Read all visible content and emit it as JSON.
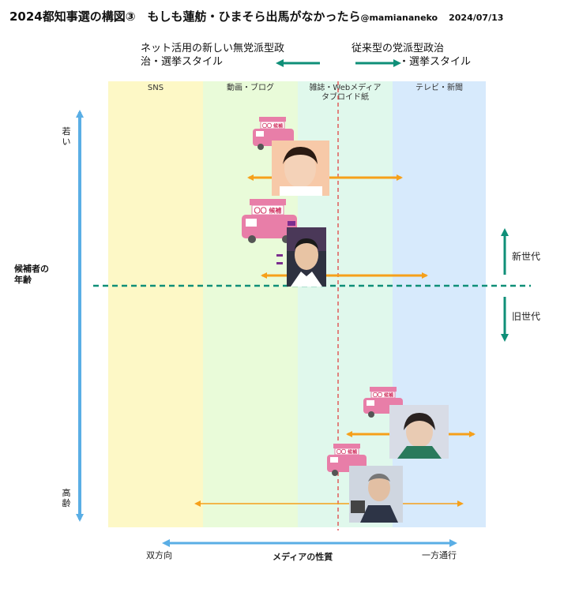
{
  "title": {
    "main": "2024都知事選の構図③　もしも蓮舫・ひまそら出馬がなかったら",
    "handle": "@mamiananeko",
    "date": "2024/07/13"
  },
  "styles": {
    "new_line1": "ネット活用の新しい無党派型政",
    "new_line2": "治・選挙スタイル",
    "old_line1": "従来型の党派型政治",
    "old_line2": "・選挙スタイル"
  },
  "bands": [
    {
      "label": "SNS",
      "color": "#fdf8c6"
    },
    {
      "label": "動画・ブログ",
      "color": "#e9fbd9"
    },
    {
      "label": "雑誌・Webメディア\nタブロイド紙",
      "color": "#e0f8ec"
    },
    {
      "label": "テレビ・新聞",
      "color": "#d7eafc"
    }
  ],
  "age_axis": {
    "top": "若い",
    "bottom": "高齢",
    "label_line1": "候補者の",
    "label_line2": "年齢"
  },
  "generation": {
    "new": "新世代",
    "old": "旧世代"
  },
  "media_axis": {
    "left": "双方向",
    "label": "メディアの性質",
    "right": "一方通行"
  },
  "car_sign": "〇〇 候補",
  "colors": {
    "orange": "#f6a01a",
    "teal": "#0f8f78",
    "blue": "#5aaee5",
    "red_dash": "#e05a5a",
    "car_pink": "#e87ea8"
  },
  "icons": [
    "campaign-car-icon",
    "candidate-photo",
    "arrow-icon"
  ]
}
